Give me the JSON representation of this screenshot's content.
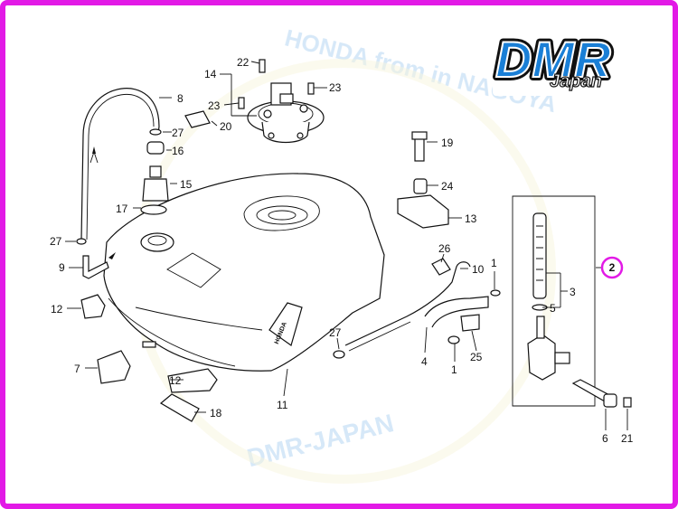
{
  "colors": {
    "frame": "#e21ae6",
    "callout": "#e21ae6",
    "logo_blue": "#1a7fd6",
    "line": "#111111"
  },
  "logo": {
    "main_text": "DMR",
    "sub_text": "Japan"
  },
  "watermark": {
    "top_text": "HONDA from in NAGOYA",
    "bottom_text": "DMR-JAPAN"
  },
  "highlighted_callout": "2",
  "callouts": {
    "c1a": "1",
    "c1b": "1",
    "c3": "3",
    "c4": "4",
    "c5": "5",
    "c6": "6",
    "c7": "7",
    "c8": "8",
    "c9": "9",
    "c10": "10",
    "c11": "11",
    "c12a": "12",
    "c12b": "12",
    "c13": "13",
    "c14": "14",
    "c15": "15",
    "c16": "16",
    "c17": "17",
    "c18": "18",
    "c19": "19",
    "c20": "20",
    "c21": "21",
    "c22": "22",
    "c23a": "23",
    "c23b": "23",
    "c24": "24",
    "c25": "25",
    "c26": "26",
    "c27a": "27",
    "c27b": "27",
    "c27c": "27"
  },
  "tank_badge_text": "HONDA"
}
